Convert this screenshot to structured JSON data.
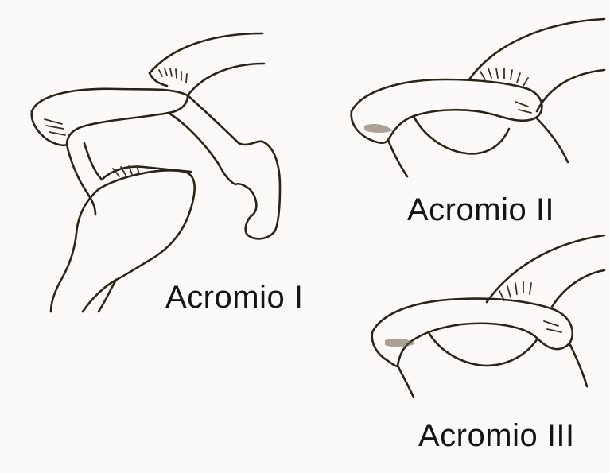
{
  "labels": {
    "type_1": "Acromio I",
    "type_2": "Acromio II",
    "type_3": "Acromio III"
  },
  "colors": {
    "background": "#fbfaf8",
    "ink": "#2a2418",
    "text": "#141414"
  }
}
